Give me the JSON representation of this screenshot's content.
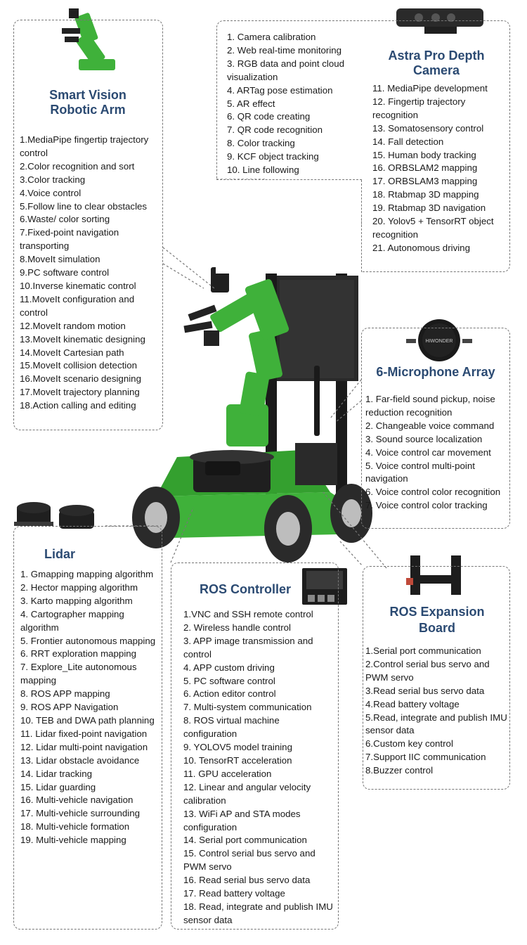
{
  "arm": {
    "title": "Smart Vision Robotic Arm",
    "items": [
      "1.MediaPipe fingertip trajectory control",
      "2.Color recognition and sort",
      "3.Color tracking",
      "4.Voice control",
      "5.Follow line to clear obstacles",
      "6.Waste/ color sorting",
      "7.Fixed-point navigation transporting",
      "8.MoveIt simulation",
      "9.PC software control",
      "10.Inverse kinematic control",
      "11.MoveIt configuration and control",
      "12.MoveIt random motion",
      "13.MoveIt kinematic designing",
      "14.MoveIt Cartesian path",
      "15.MoveIt collision detection",
      "16.MoveIt scenario designing",
      "17.MoveIt trajectory planning",
      "18.Action calling and editing"
    ]
  },
  "camera_top": {
    "items": [
      "1. Camera calibration",
      "2. Web real-time monitoring",
      "3. RGB data and point cloud visualization",
      "4. ARTag pose estimation",
      "5. AR effect",
      "6. QR code creating",
      "7. QR code recognition",
      "8. Color tracking",
      "9. KCF object tracking",
      "10. Line following"
    ]
  },
  "camera": {
    "title": "Astra Pro Depth Camera",
    "items": [
      "11. MediaPipe development",
      "12. Fingertip trajectory recognition",
      "13. Somatosensory control",
      "14. Fall detection",
      "15. Human body tracking",
      "16. ORBSLAM2 mapping",
      "17. ORBSLAM3 mapping",
      "18. Rtabmap 3D mapping",
      "19. Rtabmap 3D navigation",
      "20. Yolov5 + TensorRT object recognition",
      "21. Autonomous driving"
    ]
  },
  "mic": {
    "title": "6-Microphone Array",
    "items": [
      "1. Far-field sound pickup, noise reduction recognition",
      "2. Changeable voice command",
      "3. Sound source localization",
      "4. Voice control car movement",
      "5. Voice control multi-point navigation",
      "6. Voice control color recognition",
      "7. Voice control color tracking"
    ]
  },
  "lidar": {
    "title": "Lidar",
    "items": [
      "1. Gmapping mapping algorithm",
      "2. Hector mapping algorithm",
      "3. Karto mapping algorithm",
      "4. Cartographer mapping algorithm",
      "5. Frontier autonomous mapping",
      "6. RRT exploration mapping",
      "7. Explore_Lite autonomous mapping",
      "8. ROS APP mapping",
      "9. ROS APP Navigation",
      "10. TEB and DWA path planning",
      "11. Lidar fixed-point navigation",
      "12. Lidar multi-point navigation",
      "13. Lidar obstacle avoidance",
      "14. Lidar tracking",
      "15. Lidar guarding",
      "16. Multi-vehicle navigation",
      "17. Multi-vehicle surrounding",
      "18. Multi-vehicle formation",
      "19. Multi-vehicle mapping"
    ]
  },
  "controller": {
    "title": "ROS Controller",
    "items": [
      "1.VNC and SSH remote control",
      "2. Wireless handle control",
      "3. APP image transmission and control",
      "4. APP custom driving",
      "5. PC software control",
      "6. Action editor control",
      "7. Multi-system communication",
      "8. ROS virtual machine configuration",
      "9. YOLOV5 model training",
      "10. TensorRT acceleration",
      "11. GPU acceleration",
      "12. Linear and angular velocity calibration",
      "13. WiFi AP and STA modes configuration",
      "14. Serial port communication",
      "15. Control serial bus servo and PWM servo",
      "16. Read serial bus servo data",
      "17. Read battery voltage",
      "18. Read, integrate and publish IMU sensor data"
    ]
  },
  "expansion": {
    "title": "ROS Expansion Board",
    "items": [
      "1.Serial port communication",
      "2.Control serial bus servo and PWM servo",
      "3.Read serial bus servo data",
      "4.Read battery voltage",
      "5.Read, integrate and publish IMU sensor data",
      "6.Custom key control",
      "7.Support IIC communication",
      "8.Buzzer control"
    ]
  },
  "colors": {
    "title": "#2b4a72",
    "robot_green": "#3fb13a",
    "robot_dark": "#1d1d1d",
    "border": "#777777"
  },
  "device_logo": "HIWONDER"
}
